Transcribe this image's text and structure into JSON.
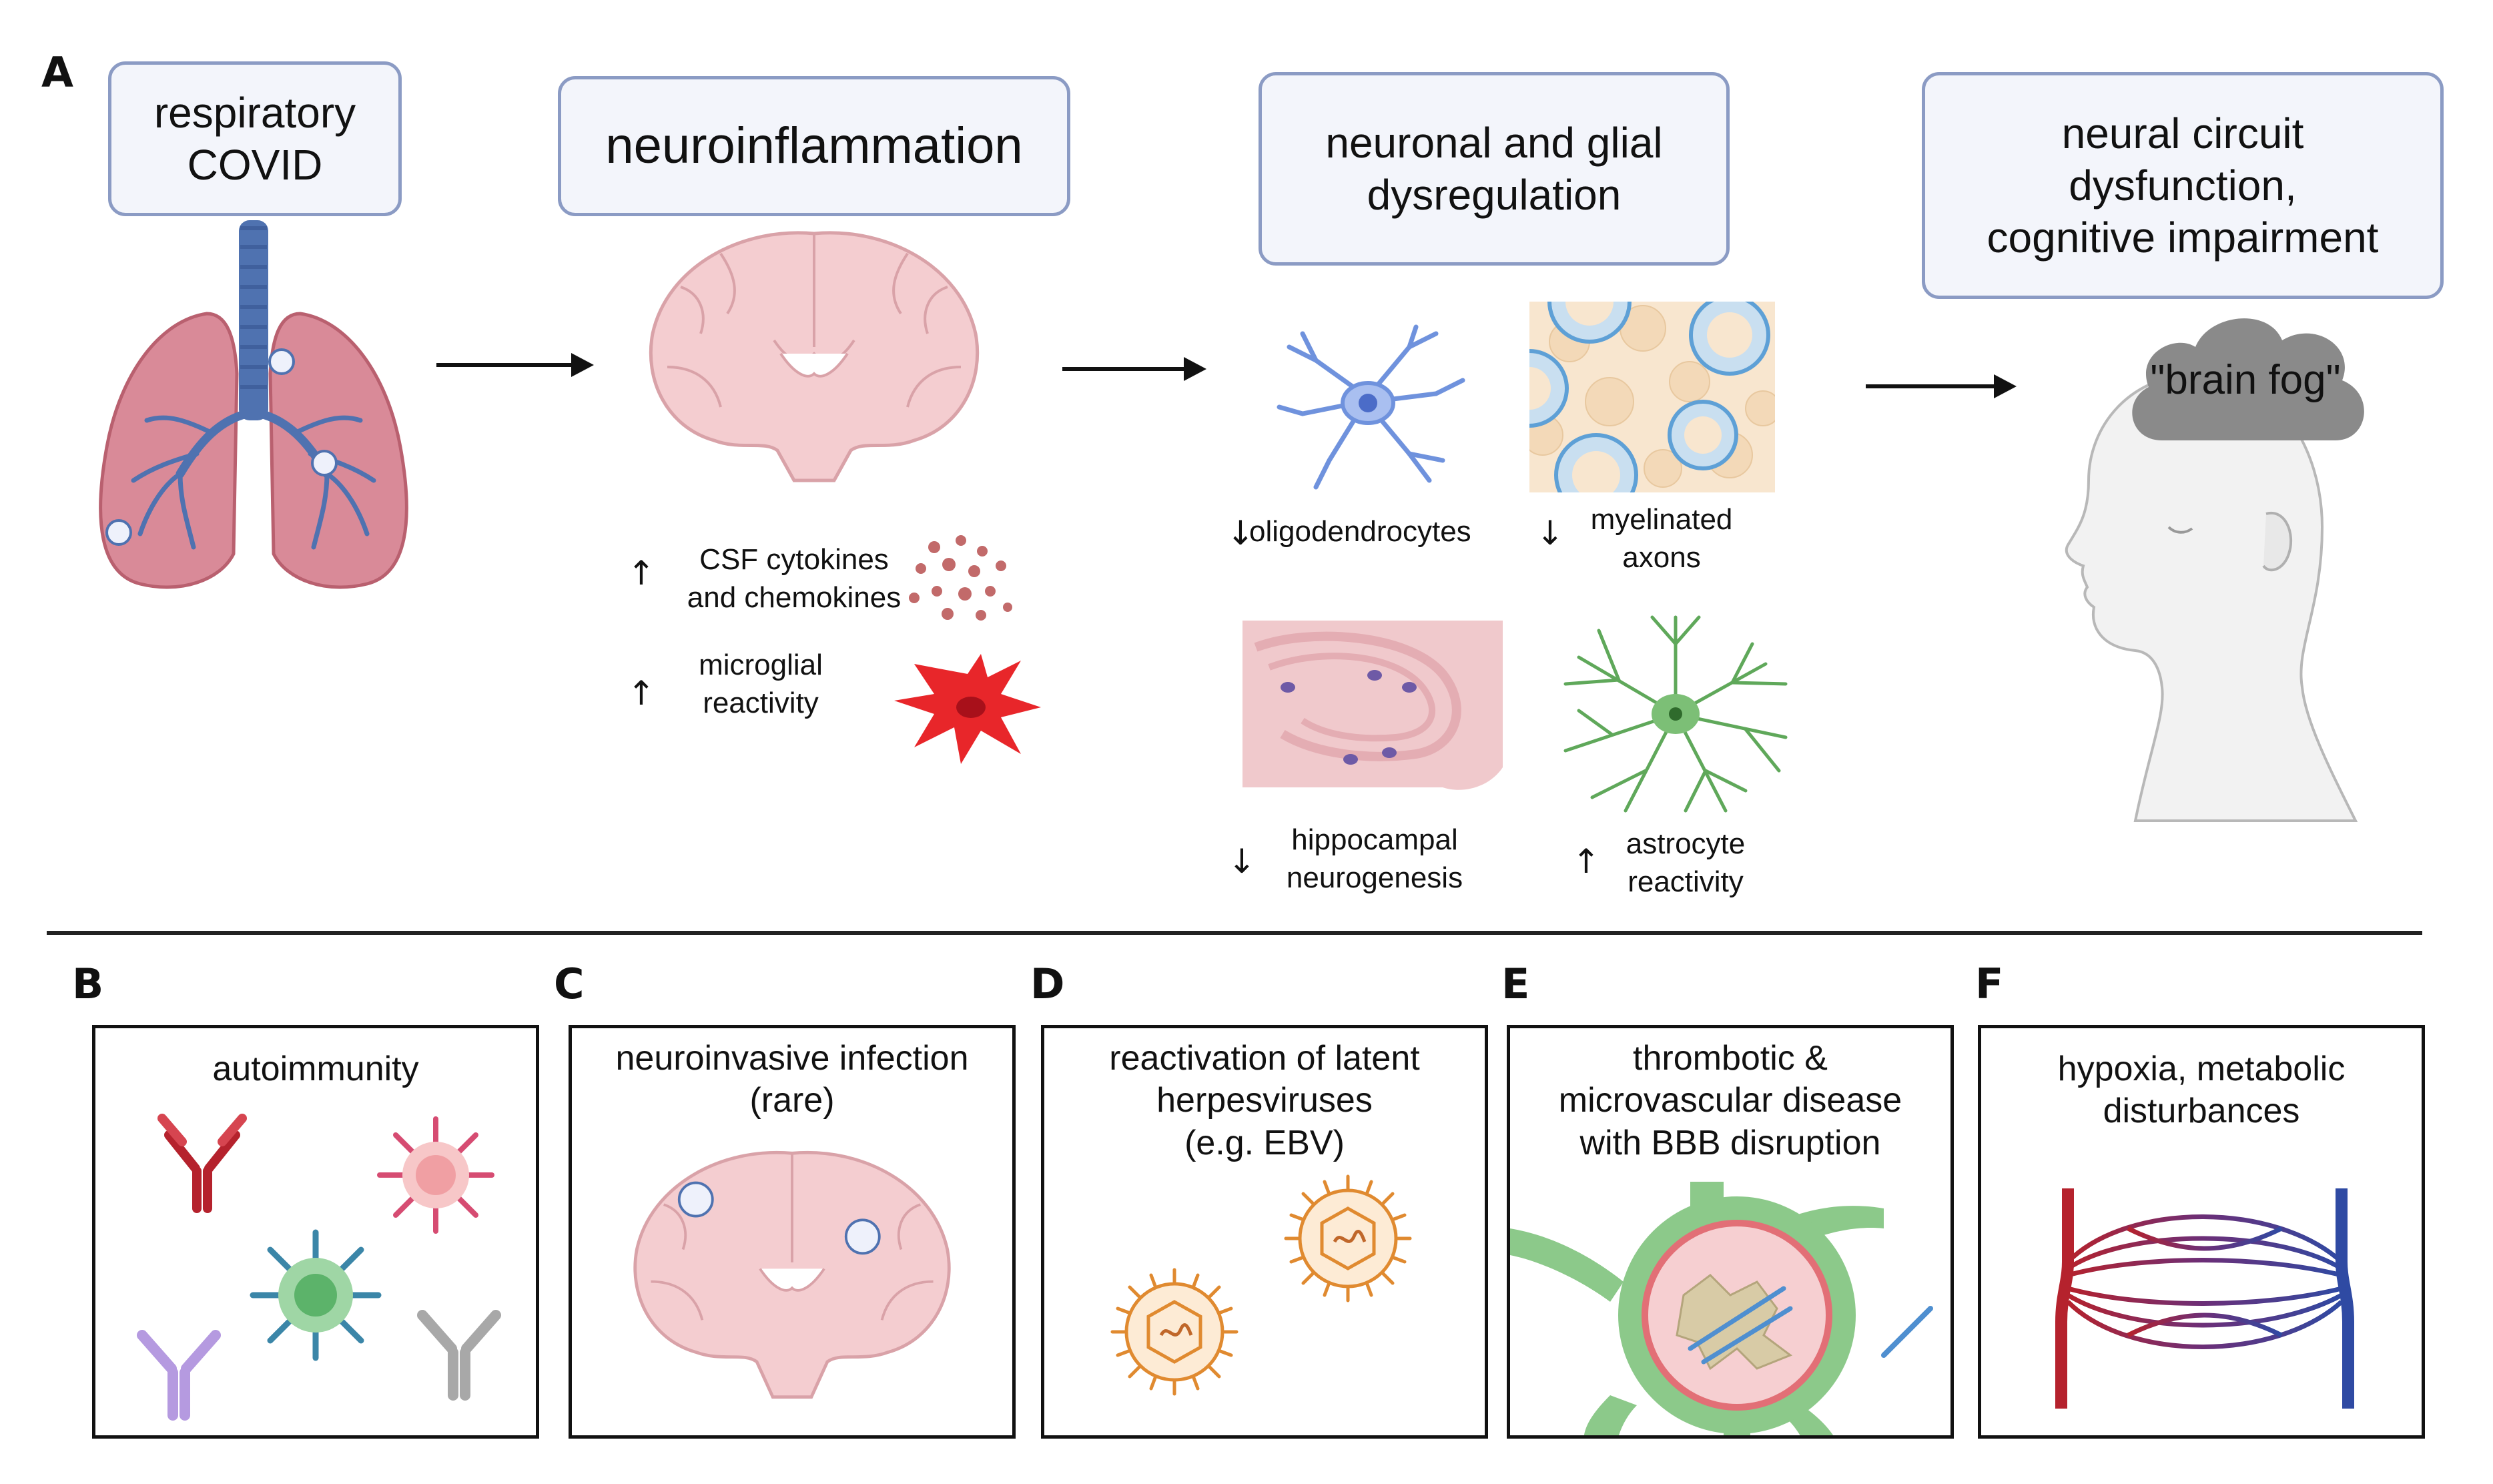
{
  "panels": {
    "a": "A",
    "b": "B",
    "c": "C",
    "d": "D",
    "e": "E",
    "f": "F"
  },
  "stages": {
    "respiratory": "respiratory\nCOVID",
    "neuroinflammation": "neuroinflammation",
    "dysregulation": "neuronal and glial\ndysregulation",
    "dysfunction": "neural circuit\ndysfunction,\ncognitive impairment"
  },
  "neuroinflammation_effects": [
    {
      "direction": "↑",
      "label": "CSF cytokines\nand chemokines"
    },
    {
      "direction": "↑",
      "label": "microglial\nreactivity"
    }
  ],
  "dysregulation_effects": [
    {
      "direction": "↓",
      "label": "oligodendrocytes"
    },
    {
      "direction": "↓",
      "label": "myelinated\naxons"
    },
    {
      "direction": "↓",
      "label": "hippocampal\nneurogenesis"
    },
    {
      "direction": "↑",
      "label": "astrocyte\nreactivity"
    }
  ],
  "brain_fog_label": "\"brain fog\"",
  "mechanisms": [
    {
      "letter": "B",
      "title": "autoimmunity"
    },
    {
      "letter": "C",
      "title": "neuroinvasive infection\n(rare)"
    },
    {
      "letter": "D",
      "title": "reactivation of latent\nherpesviruses\n(e.g. EBV)"
    },
    {
      "letter": "E",
      "title": "thrombotic &\nmicrovascular disease\nwith BBB disruption"
    },
    {
      "letter": "F",
      "title": "hypoxia, metabolic\ndisturbances"
    }
  ],
  "colors": {
    "box_border": "#8b9bc4",
    "box_fill": "#f3f5fb",
    "lung": "#d98a98",
    "airway": "#4f72b0",
    "brain": "#f4cdd0",
    "microglia": "#e8262a",
    "oligodendrocyte": "#6f92dd",
    "astrocyte": "#5fa85a",
    "cloud": "#8a8a8a",
    "artery": "#b5222d",
    "vein": "#2f4aa3"
  }
}
